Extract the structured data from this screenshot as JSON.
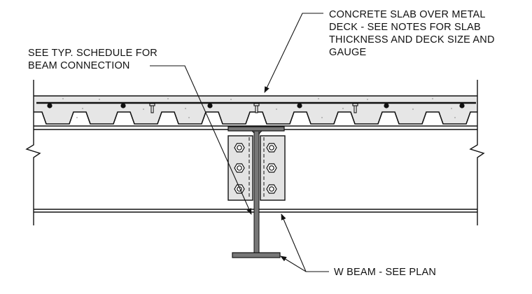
{
  "drawing": {
    "notes": {
      "slab": {
        "lines": [
          "CONCRETE SLAB OVER METAL",
          "DECK - SEE NOTES FOR SLAB",
          "THICKNESS AND DECK SIZE AND",
          "GAUGE"
        ]
      },
      "connection": {
        "lines": [
          "SEE TYP. SCHEDULE FOR",
          "BEAM CONNECTION"
        ]
      },
      "beam": {
        "lines": [
          "W BEAM - SEE PLAN"
        ]
      }
    },
    "colors": {
      "line": "#111111",
      "slab_fill": "#e6e6e6",
      "plate_fill": "#e3e3e3",
      "beam_section_fill": "#777777"
    }
  }
}
